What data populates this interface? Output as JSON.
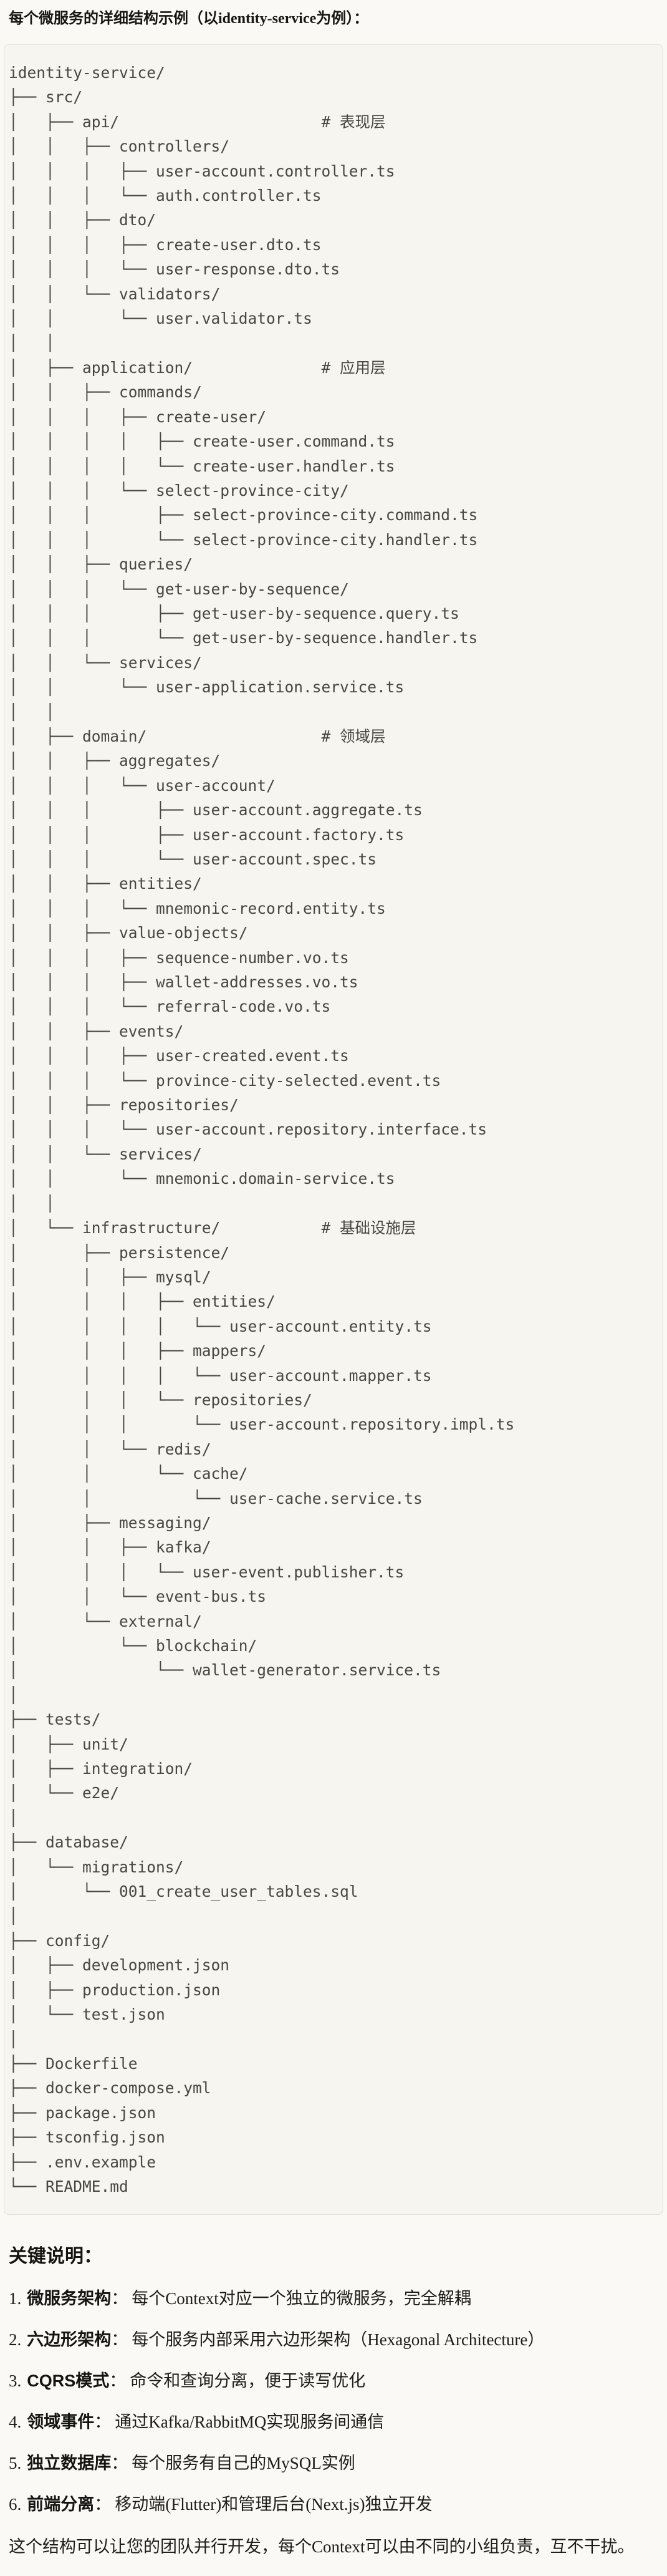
{
  "title": {
    "prefix": "每个微服务的详细结构示例（以",
    "latin": "identity-service",
    "suffix": "为例）："
  },
  "code_block": {
    "language": "plaintext",
    "lines": [
      "identity-service/",
      "├── src/",
      "│   ├── api/                      # 表现层",
      "│   │   ├── controllers/",
      "│   │   │   ├── user-account.controller.ts",
      "│   │   │   └── auth.controller.ts",
      "│   │   ├── dto/",
      "│   │   │   ├── create-user.dto.ts",
      "│   │   │   └── user-response.dto.ts",
      "│   │   └── validators/",
      "│   │       └── user.validator.ts",
      "│   │",
      "│   ├── application/              # 应用层",
      "│   │   ├── commands/",
      "│   │   │   ├── create-user/",
      "│   │   │   │   ├── create-user.command.ts",
      "│   │   │   │   └── create-user.handler.ts",
      "│   │   │   └── select-province-city/",
      "│   │   │       ├── select-province-city.command.ts",
      "│   │   │       └── select-province-city.handler.ts",
      "│   │   ├── queries/",
      "│   │   │   └── get-user-by-sequence/",
      "│   │   │       ├── get-user-by-sequence.query.ts",
      "│   │   │       └── get-user-by-sequence.handler.ts",
      "│   │   └── services/",
      "│   │       └── user-application.service.ts",
      "│   │",
      "│   ├── domain/                   # 领域层",
      "│   │   ├── aggregates/",
      "│   │   │   └── user-account/",
      "│   │   │       ├── user-account.aggregate.ts",
      "│   │   │       ├── user-account.factory.ts",
      "│   │   │       └── user-account.spec.ts",
      "│   │   ├── entities/",
      "│   │   │   └── mnemonic-record.entity.ts",
      "│   │   ├── value-objects/",
      "│   │   │   ├── sequence-number.vo.ts",
      "│   │   │   ├── wallet-addresses.vo.ts",
      "│   │   │   └── referral-code.vo.ts",
      "│   │   ├── events/",
      "│   │   │   ├── user-created.event.ts",
      "│   │   │   └── province-city-selected.event.ts",
      "│   │   ├── repositories/",
      "│   │   │   └── user-account.repository.interface.ts",
      "│   │   └── services/",
      "│   │       └── mnemonic.domain-service.ts",
      "│   │",
      "│   └── infrastructure/           # 基础设施层",
      "│       ├── persistence/",
      "│       │   ├── mysql/",
      "│       │   │   ├── entities/",
      "│       │   │   │   └── user-account.entity.ts",
      "│       │   │   ├── mappers/",
      "│       │   │   │   └── user-account.mapper.ts",
      "│       │   │   └── repositories/",
      "│       │   │       └── user-account.repository.impl.ts",
      "│       │   └── redis/",
      "│       │       └── cache/",
      "│       │           └── user-cache.service.ts",
      "│       ├── messaging/",
      "│       │   ├── kafka/",
      "│       │   │   └── user-event.publisher.ts",
      "│       │   └── event-bus.ts",
      "│       └── external/",
      "│           └── blockchain/",
      "│               └── wallet-generator.service.ts",
      "│",
      "├── tests/",
      "│   ├── unit/",
      "│   ├── integration/",
      "│   └── e2e/",
      "│",
      "├── database/",
      "│   └── migrations/",
      "│       └── 001_create_user_tables.sql",
      "│",
      "├── config/",
      "│   ├── development.json",
      "│   ├── production.json",
      "│   └── test.json",
      "│",
      "├── Dockerfile",
      "├── docker-compose.yml",
      "├── package.json",
      "├── tsconfig.json",
      "├── .env.example",
      "└── README.md"
    ]
  },
  "notes": {
    "heading": "关键说明：",
    "colon": "：",
    "items": [
      {
        "num": "1.",
        "term": "微服务架构",
        "text": "每个Context对应一个独立的微服务，完全解耦"
      },
      {
        "num": "2.",
        "term": "六边形架构",
        "text": "每个服务内部采用六边形架构（Hexagonal Architecture）"
      },
      {
        "num": "3.",
        "term": "CQRS模式",
        "text": "命令和查询分离，便于读写优化"
      },
      {
        "num": "4.",
        "term": "领域事件",
        "text": "通过Kafka/RabbitMQ实现服务间通信"
      },
      {
        "num": "5.",
        "term": "独立数据库",
        "text": "每个服务有自己的MySQL实例"
      },
      {
        "num": "6.",
        "term": "前端分离",
        "text": "移动端(Flutter)和管理后台(Next.js)独立开发"
      }
    ],
    "footer": "这个结构可以让您的团队并行开发，每个Context可以由不同的小组负责，互不干扰。"
  }
}
